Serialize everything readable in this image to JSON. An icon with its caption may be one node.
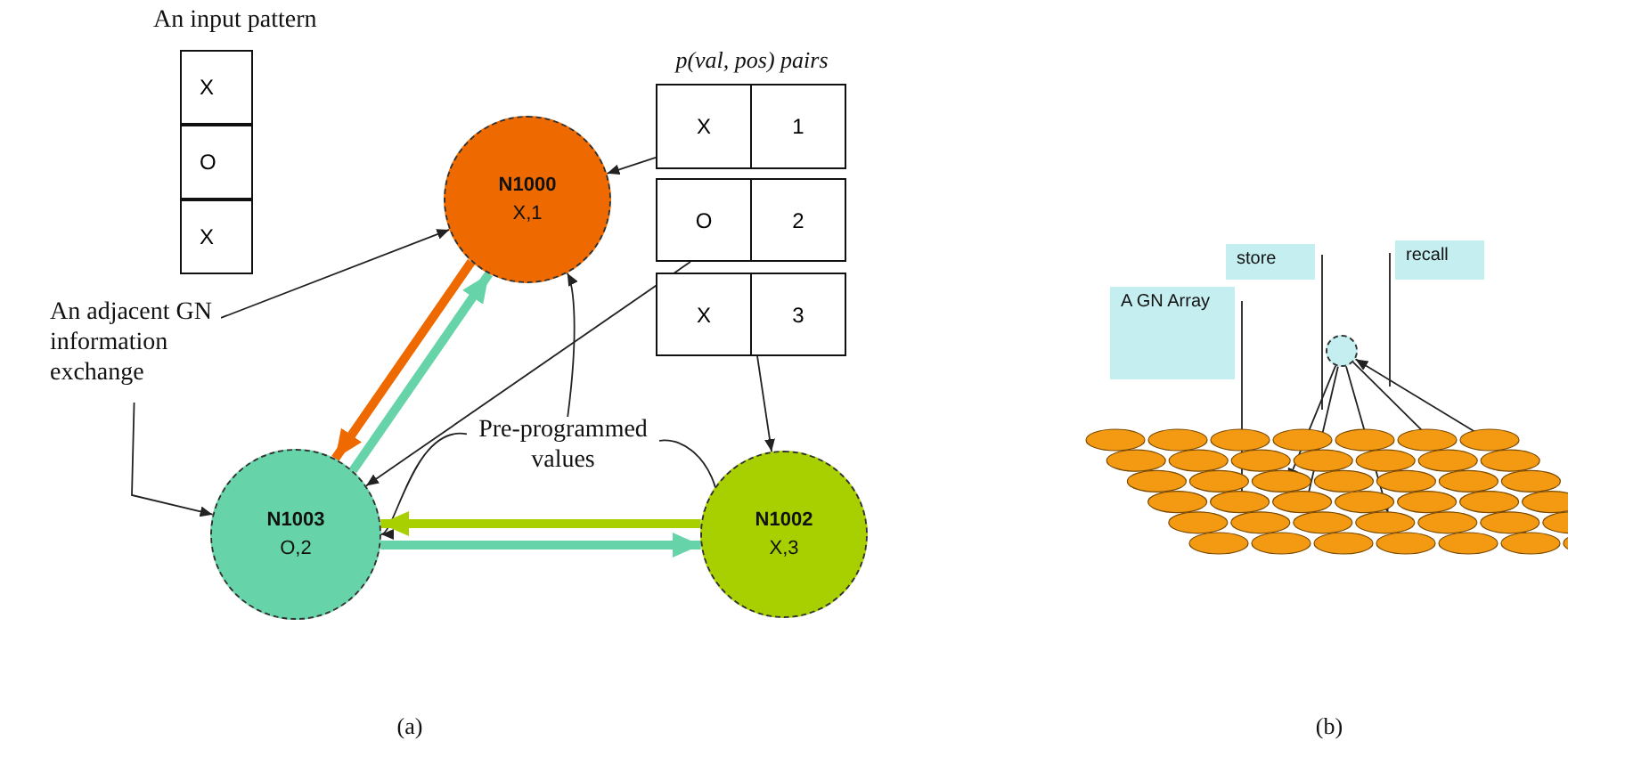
{
  "diagram": {
    "nodes": [
      {
        "text": [
          "An input pattern"
        ]
      },
      {
        "text": [
          "X"
        ],
        "in": 0
      },
      {
        "text": [
          "O"
        ],
        "in": 0
      },
      {
        "text": [
          "X"
        ],
        "in": 0
      },
      {
        "text": [
          "X",
          "1"
        ]
      },
      {
        "text": [
          "O",
          "2"
        ]
      },
      {
        "text": [
          "X",
          "3"
        ]
      },
      {
        "text": [
          "N1000",
          "X,1"
        ]
      },
      {
        "text": [
          "An adjacent GN information exchange"
        ]
      },
      {
        "text": [
          "Pre-programmed values"
        ]
      },
      {
        "text": [
          "N1003",
          "O,2"
        ]
      },
      {
        "text": [
          "N1002",
          "X,3"
        ]
      },
      {
        "text": [
          "store"
        ]
      },
      {
        "text": [
          "recall"
        ]
      },
      {
        "text": [
          "A GN Array"
        ]
      },
      {
        "text": [],
        "shape": "circle"
      },
      {
        "text": [],
        "shape": "picture"
      }
    ],
    "edges": [
      {
        "from": 4,
        "to": 7,
        "arrow": "to"
      },
      {
        "from": 5,
        "to": 10,
        "arrow": "to"
      },
      {
        "from": 6,
        "to": 11,
        "arrow": "to"
      },
      {
        "from": 8,
        "to": 7,
        "arrow": "to"
      },
      {
        "from": 8,
        "to": 10,
        "arrow": "to"
      },
      {
        "from": 9,
        "to": 7,
        "arrow": "to"
      },
      {
        "from": 9,
        "to": 10,
        "arrow": "to"
      },
      {
        "from": 9,
        "to": 11,
        "arrow": "to"
      },
      {
        "from": 7,
        "to": 10,
        "arrow": "to",
        "style": "thick",
        "color": "#ee6a00"
      },
      {
        "from": 10,
        "to": 7,
        "arrow": "to",
        "style": "thick",
        "color": "#66d4a8"
      },
      {
        "from": 11,
        "to": 10,
        "arrow": "to",
        "style": "thick",
        "color": "#a8d000"
      },
      {
        "from": 10,
        "to": 11,
        "arrow": "to",
        "style": "thick",
        "color": "#66d4a8"
      },
      {
        "from": 14,
        "to": 16,
        "arrow": "none"
      },
      {
        "from": 12,
        "to": 16,
        "arrow": "none"
      },
      {
        "from": 13,
        "to": null,
        "arrow": "none"
      },
      {
        "from": 15,
        "to": 16,
        "arrow": "to"
      },
      {
        "from": 15,
        "to": 16,
        "arrow": "to"
      },
      {
        "from": 15,
        "to": 16,
        "arrow": "to"
      },
      {
        "from": 16,
        "to": 15,
        "arrow": "to"
      },
      {
        "from": 15,
        "to": 16,
        "arrow": "none"
      }
    ],
    "labels": [
      "p(val, pos) pairs",
      "(a)",
      "(b)"
    ]
  }
}
